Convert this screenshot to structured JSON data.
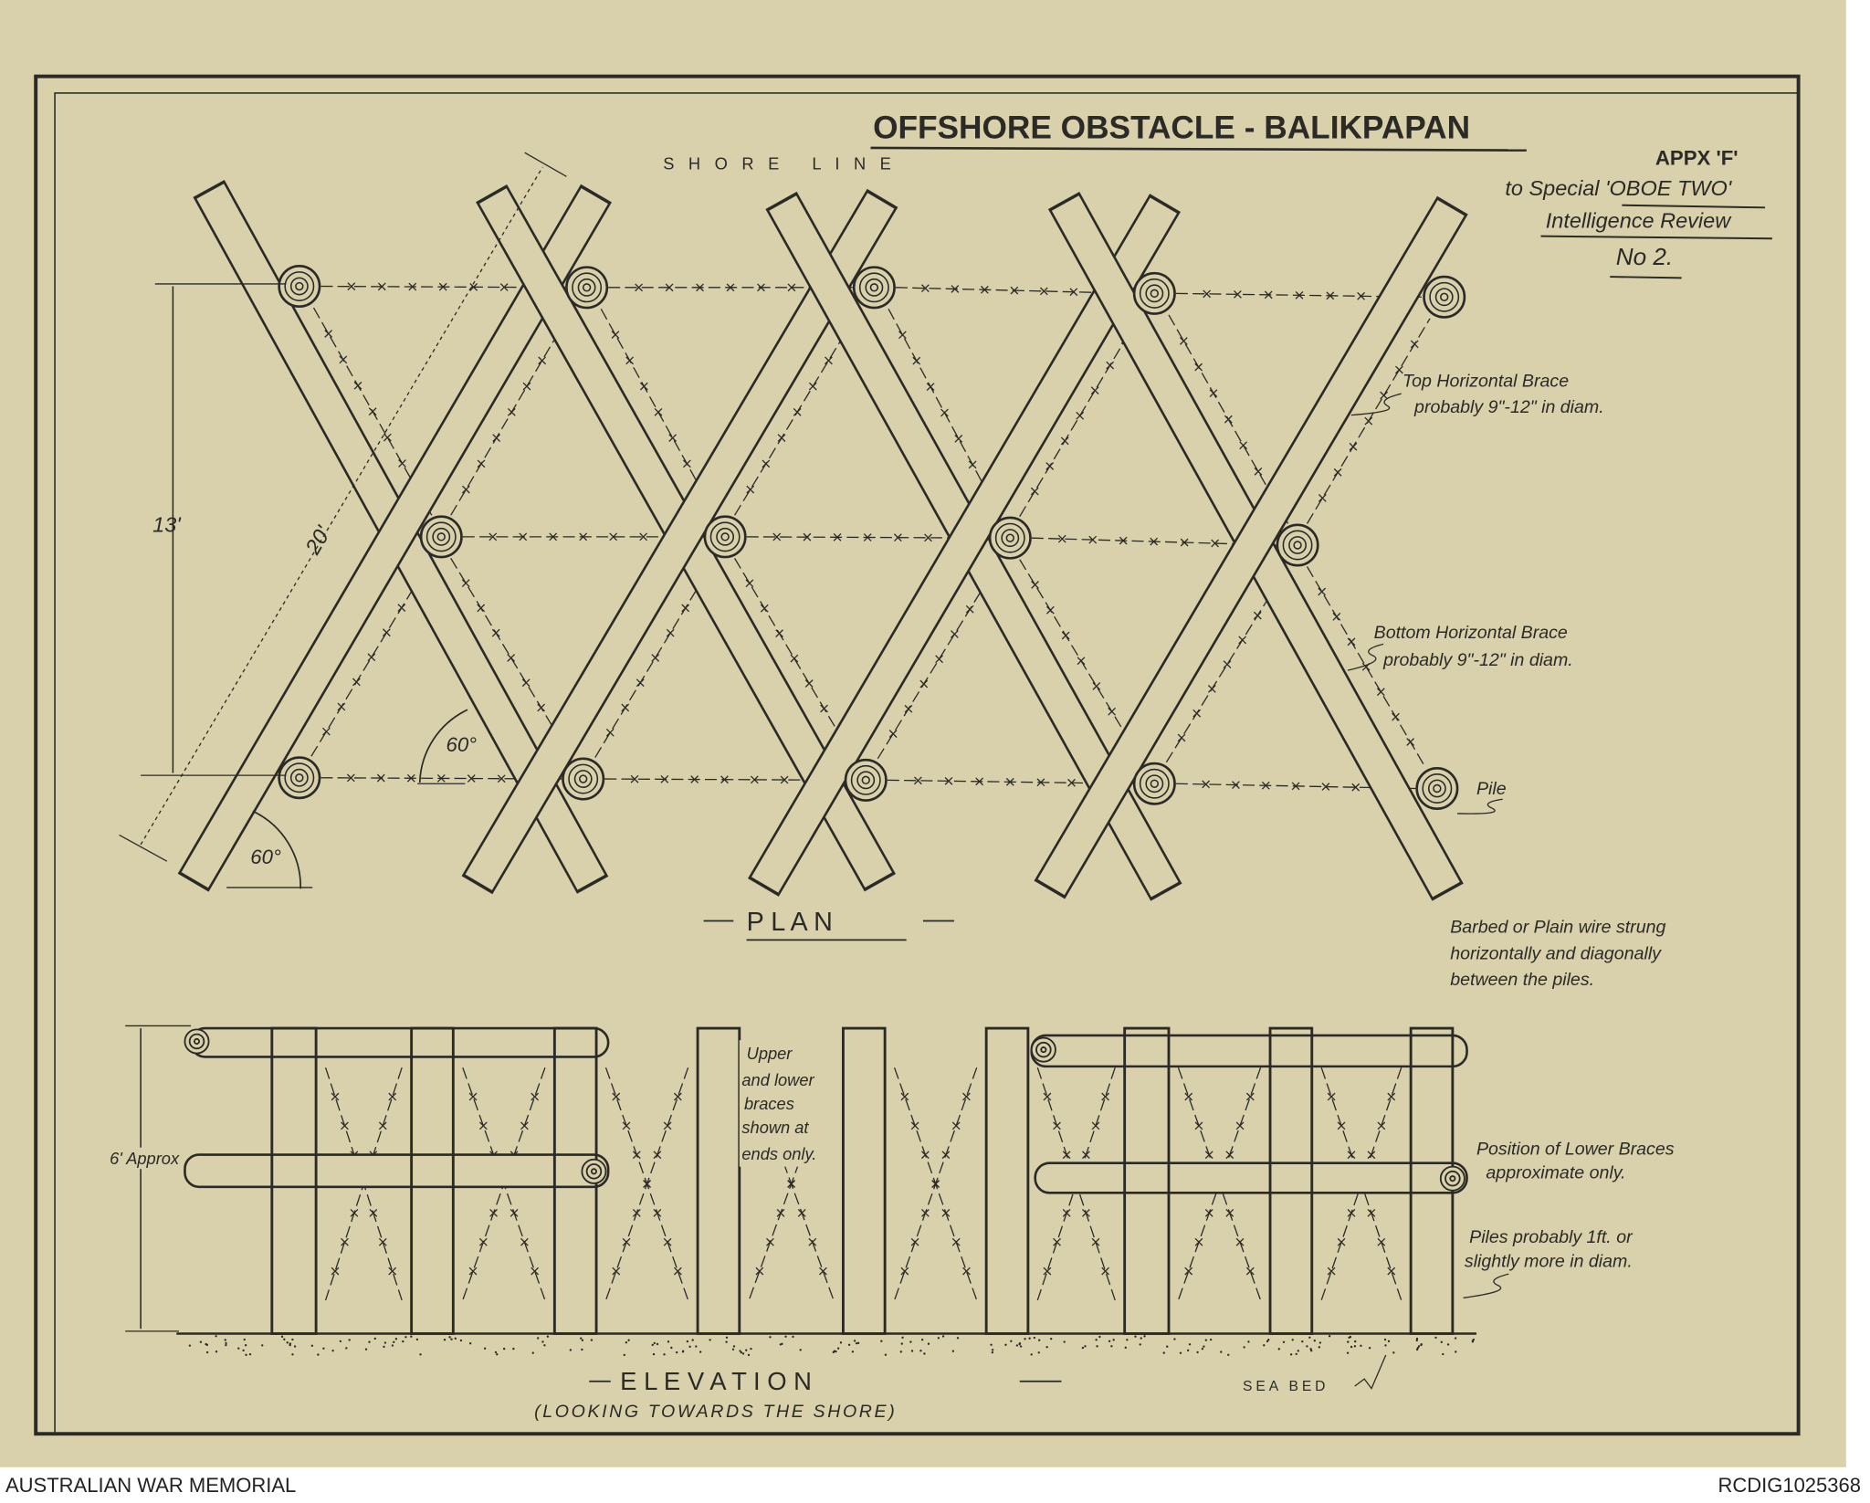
{
  "title": "OFFSHORE OBSTACLE - BALIKPAPAN",
  "appendix": {
    "line1": "APPX 'F'",
    "line2": "to Special 'OBOE TWO'",
    "line3": "Intelligence Review",
    "line4": "No 2."
  },
  "plan": {
    "shore_line": "S H O R E   L I N E",
    "dim_height": "13'",
    "dim_length": "20'",
    "angle_1": "60°",
    "angle_2": "60°",
    "label": "P L A N",
    "notes": {
      "top_brace_1": "Top Horizontal Brace",
      "top_brace_2": "probably 9\"-12\" in diam.",
      "bottom_brace_1": "Bottom Horizontal Brace",
      "bottom_brace_2": "probably 9\"-12\" in diam.",
      "pile": "Pile",
      "wire_1": "Barbed or Plain wire strung",
      "wire_2": "horizontally and diagonally",
      "wire_3": "between the piles."
    }
  },
  "elevation": {
    "height": "6' Approx",
    "braces_note": [
      "Upper",
      "and lower",
      "braces",
      "shown at",
      "ends only."
    ],
    "lower_braces_1": "Position of Lower Braces",
    "lower_braces_2": "approximate only.",
    "piles_1": "Piles probably 1ft. or",
    "piles_2": "slightly more in diam.",
    "sea_bed": "SEA BED",
    "label": "E L E V A T I O N",
    "sublabel": "(LOOKING TOWARDS THE SHORE)"
  },
  "footer": {
    "left": "AUSTRALIAN WAR MEMORIAL",
    "right": "RCDIG1025368"
  },
  "colors": {
    "paper": "#d9d1ac",
    "ink": "#2b2a26"
  }
}
